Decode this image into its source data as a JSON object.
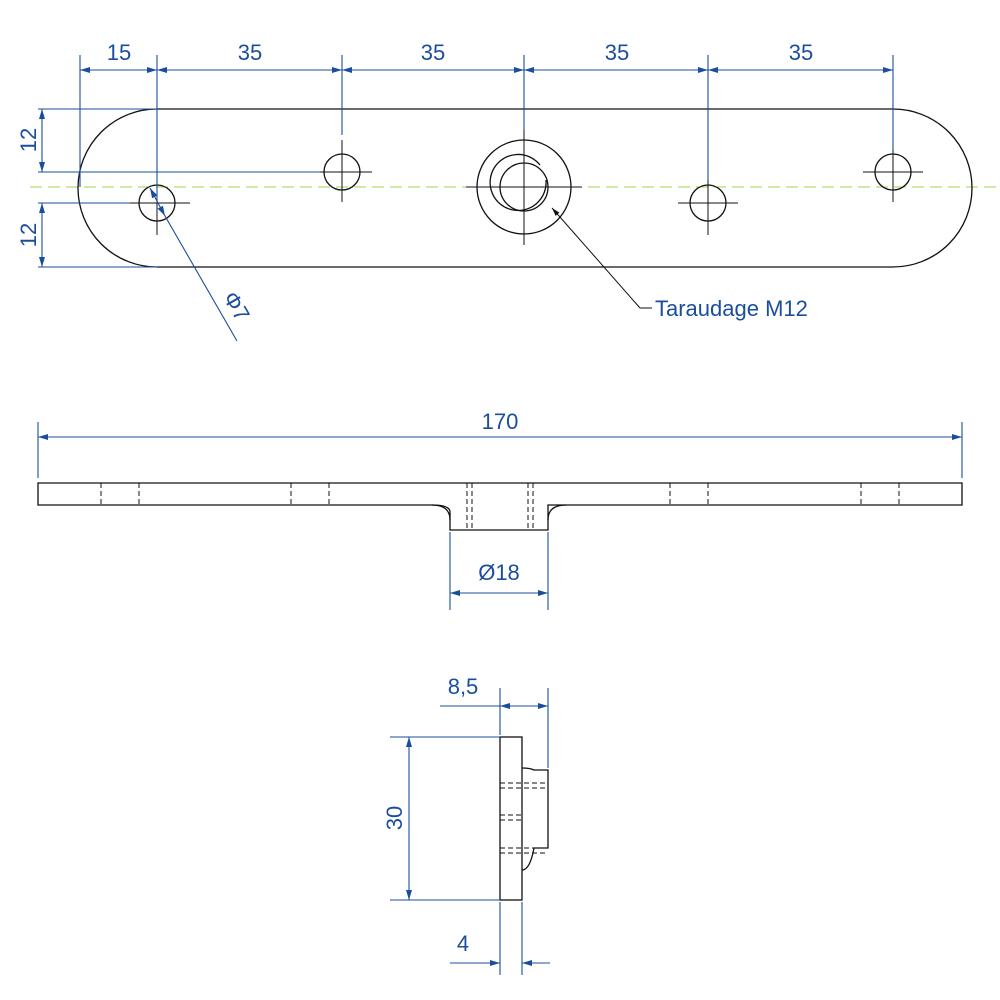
{
  "top_view": {
    "dims_horizontal": [
      "15",
      "35",
      "35",
      "35",
      "35"
    ],
    "dims_vertical": [
      "12",
      "12"
    ],
    "hole_diameter": "Φ7",
    "thread_note": "Taraudage M12"
  },
  "side_view": {
    "length": "170",
    "boss_diameter": "Ø18"
  },
  "end_view": {
    "boss_height": "8,5",
    "width": "30",
    "thickness": "4"
  },
  "colors": {
    "outline": "#111111",
    "dimension": "#1a4e9c",
    "centerline": "#9ad94a"
  }
}
